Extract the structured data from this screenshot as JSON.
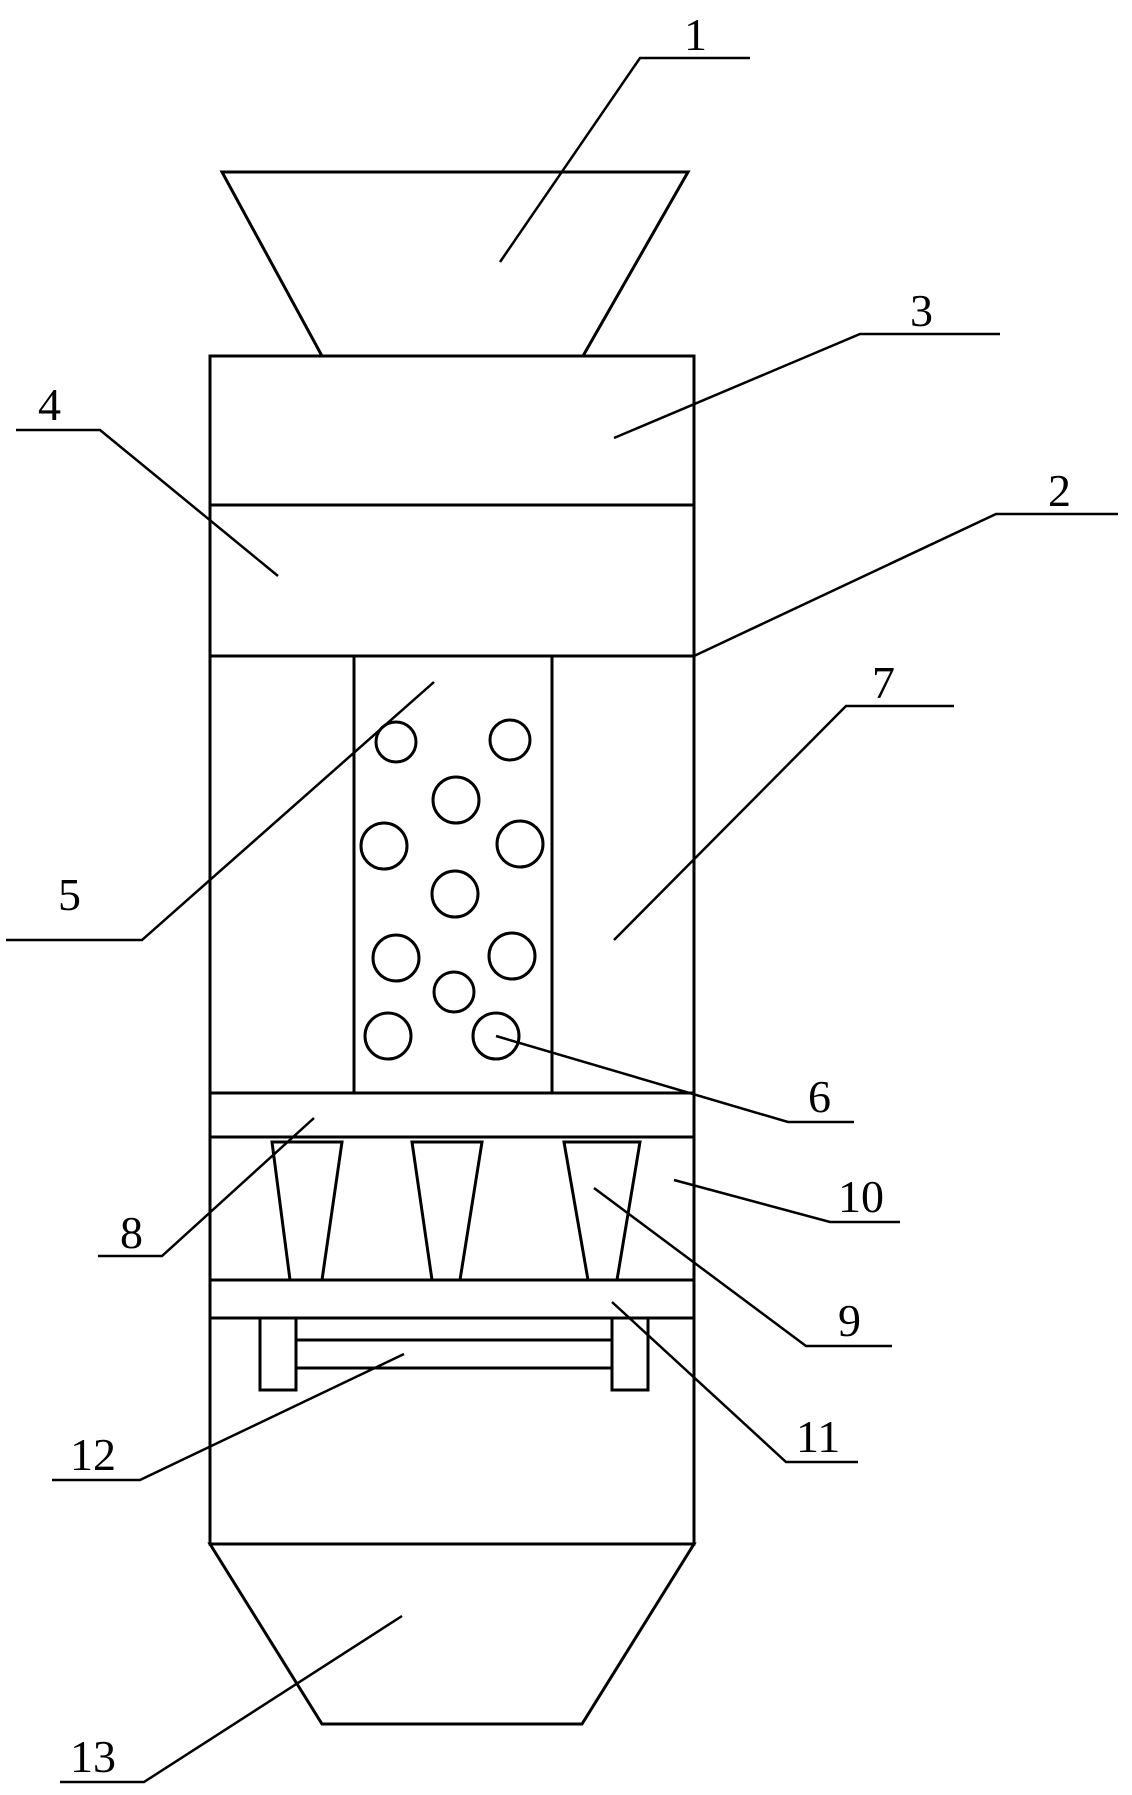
{
  "figure": {
    "labels": {
      "l1": "1",
      "l2": "2",
      "l3": "3",
      "l4": "4",
      "l5": "5",
      "l6": "6",
      "l7": "7",
      "l8": "8",
      "l9": "9",
      "l10": "10",
      "l11": "11",
      "l12": "12",
      "l13": "13"
    },
    "colors": {
      "line": "#000000",
      "background": "#ffffff"
    }
  }
}
